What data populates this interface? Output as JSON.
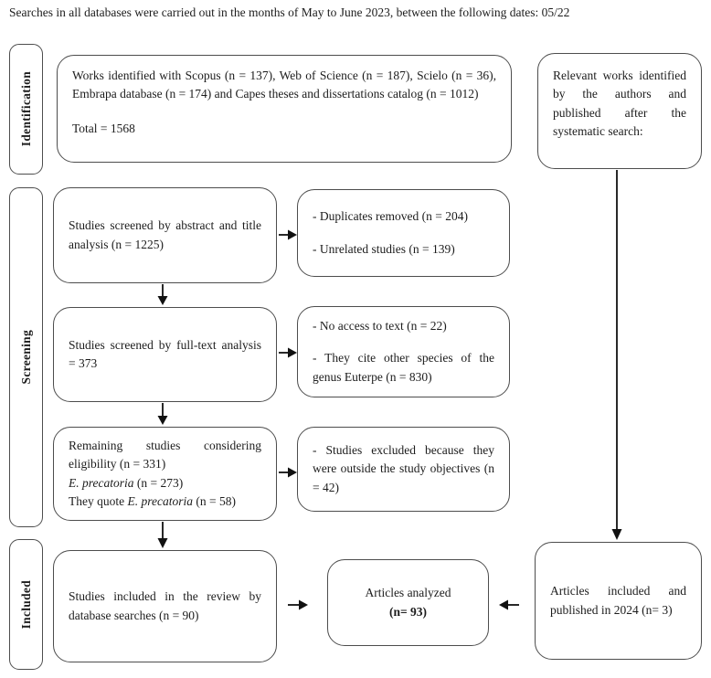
{
  "note": "Searches in all databases were carried out in the months of May to June 2023, between the following dates: 05/22",
  "stages": {
    "identification": "Identification",
    "screening": "Screening",
    "included": "Included"
  },
  "boxes": {
    "identified": {
      "line1": "Works identified with Scopus (n = 137), Web of Science (n = 187), Scielo (n = 36), Embrapa database (n = 174) and Capes theses and dissertations catalog (n = 1012)",
      "line2": "Total = 1568"
    },
    "relevant": {
      "text": "Relevant works identified by the authors and published after the systematic search:"
    },
    "abstract_screen": {
      "text": "Studies screened by abstract and title analysis (n = 1225)"
    },
    "abstract_excluded": {
      "item1": "- Duplicates removed (n = 204)",
      "item2": "- Unrelated studies (n = 139)"
    },
    "fulltext_screen": {
      "text": "Studies screened by full-text analysis = 373"
    },
    "fulltext_excluded": {
      "item1": "- No access to text (n = 22)",
      "item2": "- They cite other species of the genus Euterpe (n = 830)"
    },
    "eligibility": {
      "line1": "Remaining studies considering eligibility (n = 331)",
      "line2_italic": "E. precatoria",
      "line2_rest": " (n = 273)",
      "line3_pre": "They quote ",
      "line3_italic": "E. precatoria",
      "line3_rest": " (n = 58)"
    },
    "eligibility_excluded": {
      "text": "- Studies excluded because they were outside the study objectives (n = 42)"
    },
    "included_db": {
      "text": "Studies included in the review by database searches (n = 90)"
    },
    "analyzed": {
      "line1": "Articles analyzed",
      "line2": "(n= 93)"
    },
    "included_2024": {
      "text": "Articles included and published in 2024 (n= 3)"
    }
  },
  "colors": {
    "border": "#4d4d4d",
    "arrow": "#111111",
    "text": "#1c1c1c",
    "background": "#ffffff"
  }
}
